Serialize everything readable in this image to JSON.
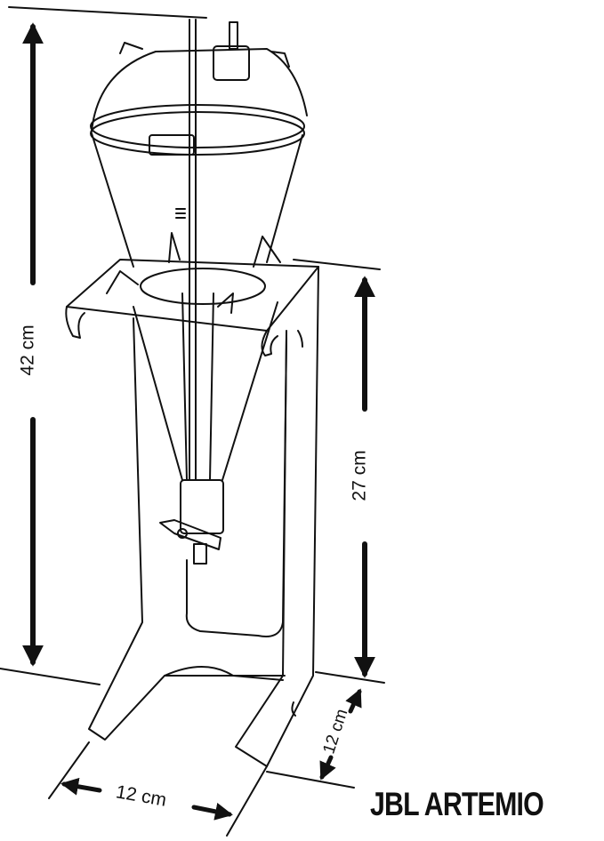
{
  "dimensions": {
    "total_height": "42 cm",
    "stand_height": "27 cm",
    "depth": "12 cm",
    "width": "12 cm"
  },
  "brand": "JBL ARTEMIO",
  "colors": {
    "line": "#111111",
    "background": "#ffffff"
  }
}
